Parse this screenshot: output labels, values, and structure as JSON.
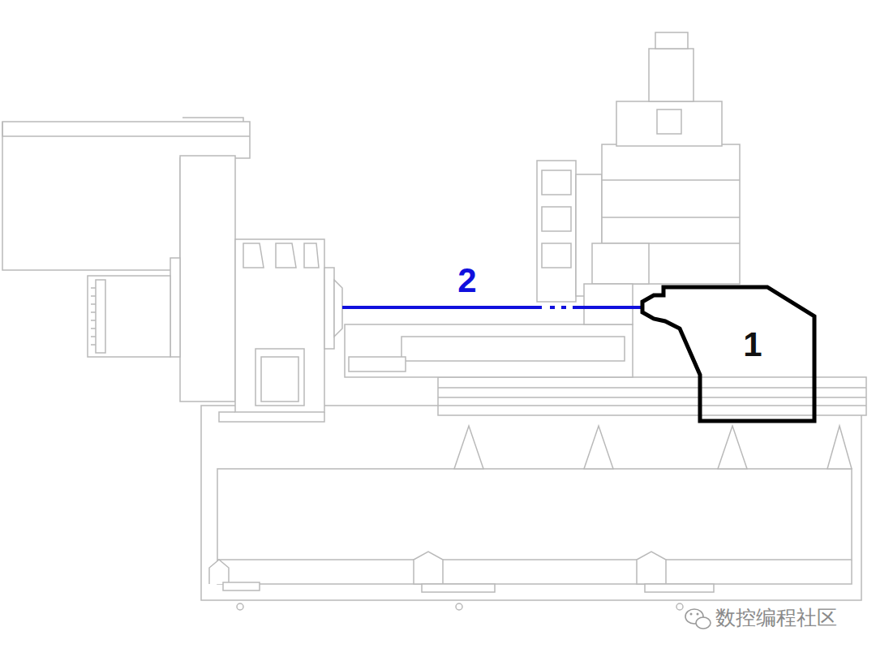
{
  "diagram": {
    "nodes": [
      {
        "text": [
          "1"
        ]
      }
    ],
    "labels": [
      "2",
      "数控编程社区"
    ]
  }
}
